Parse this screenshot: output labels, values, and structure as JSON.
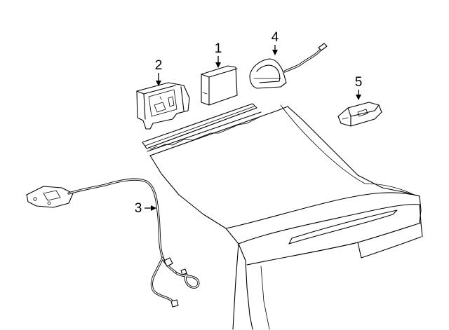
{
  "callouts": {
    "part1": "1",
    "part2": "2",
    "part3": "3",
    "part4": "4",
    "part5": "5"
  },
  "icons": {
    "vehicle_body": "vehicle-roof-windshield-outline",
    "module_1": "electronic-module-box",
    "bracket_2": "module-bracket",
    "harness_3": "antenna-cable-harness",
    "antenna_4": "roof-antenna",
    "sensor_5": "sensor-module"
  },
  "colors": {
    "line": "#000000",
    "background": "#ffffff"
  }
}
